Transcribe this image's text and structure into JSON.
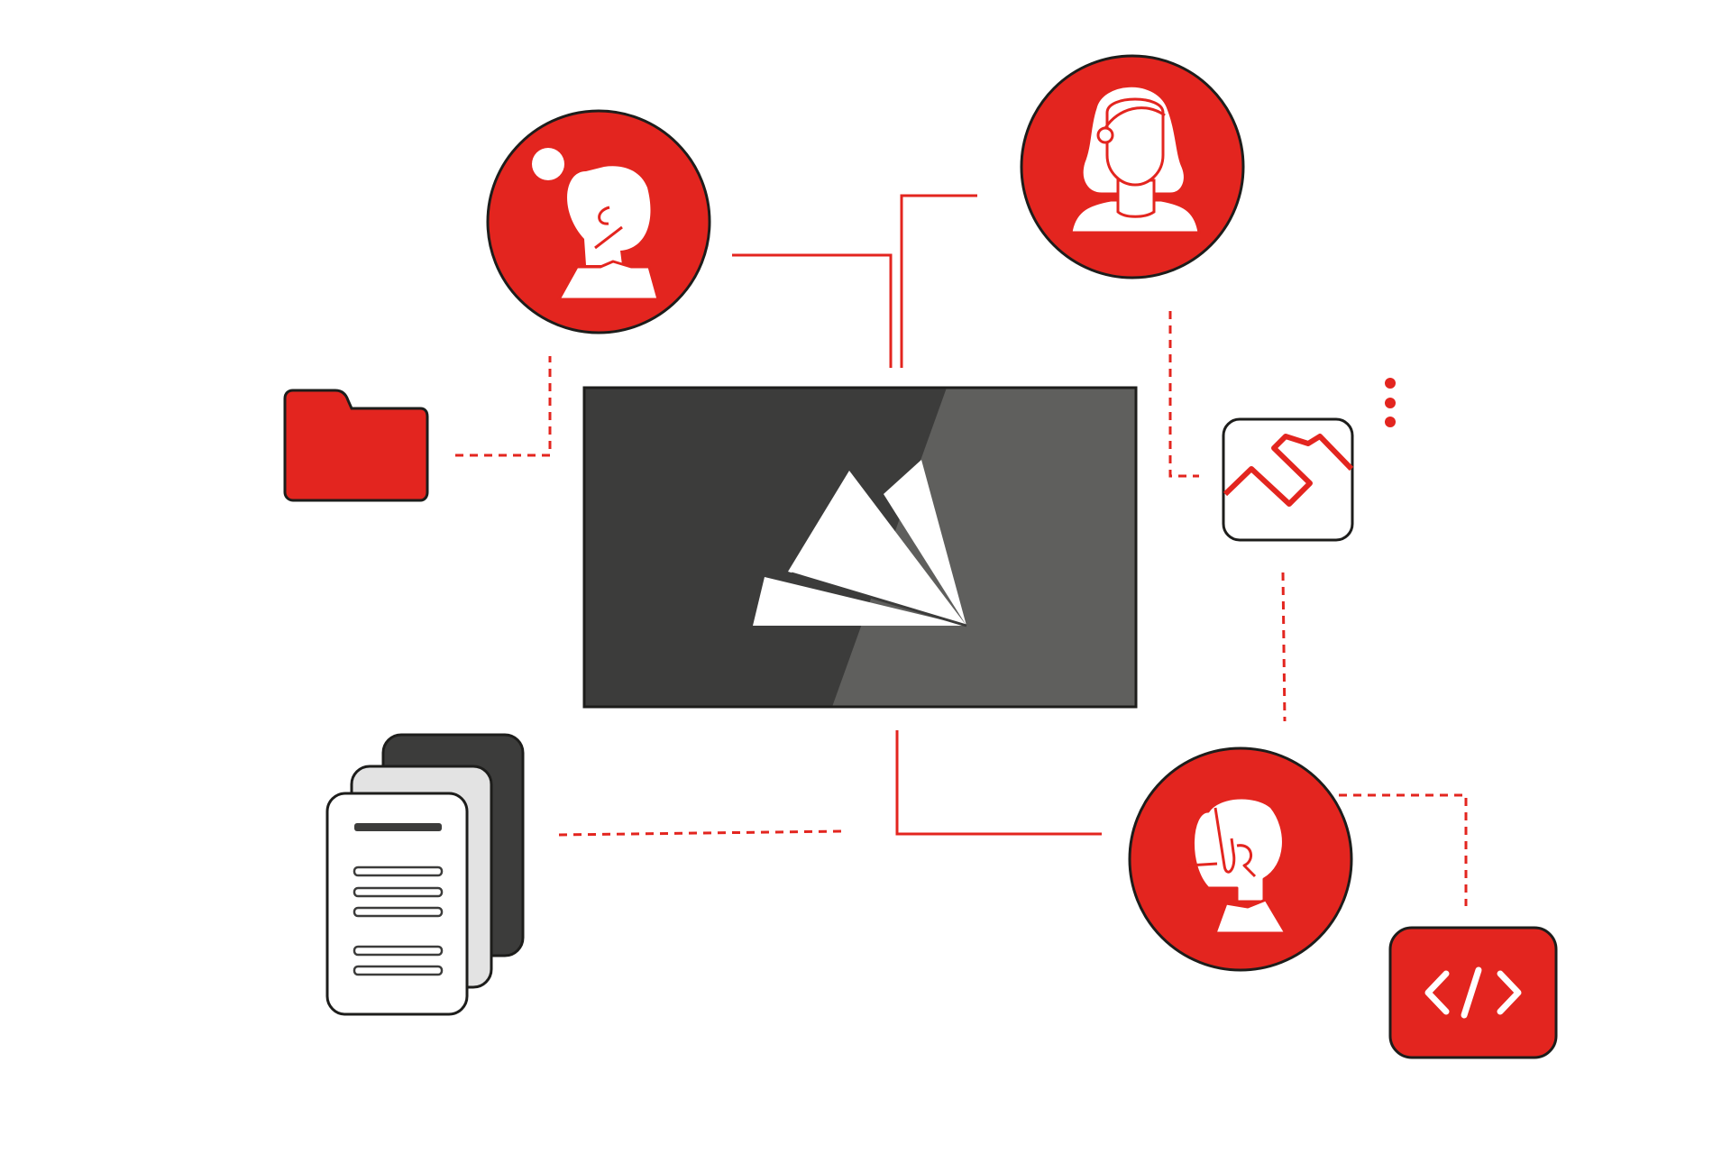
{
  "diagram": {
    "colors": {
      "accent": "#e3251f",
      "dark": "#3c3c3b",
      "mid": "#5f5f5d",
      "light_gray": "#e3e3e3",
      "outline": "#1d1d1b",
      "white": "#ffffff"
    },
    "center_node": {
      "icon": "paper-plane-logo-icon"
    },
    "nodes": [
      {
        "name": "avatar-person-top-left",
        "icon": "person-bust-icon"
      },
      {
        "name": "avatar-woman-top-right",
        "icon": "woman-avatar-icon"
      },
      {
        "name": "avatar-person-bottom-right",
        "icon": "person-bust-icon"
      },
      {
        "name": "folder-node",
        "icon": "folder-icon"
      },
      {
        "name": "image-node",
        "icon": "image-mountain-icon"
      },
      {
        "name": "documents-node",
        "icon": "document-stack-icon"
      },
      {
        "name": "code-node",
        "icon": "code-brackets-icon"
      },
      {
        "name": "more-node",
        "icon": "more-vertical-icon"
      }
    ],
    "connections": [
      {
        "from": "avatar-person-top-left",
        "to": "center",
        "style": "solid"
      },
      {
        "from": "avatar-woman-top-right",
        "to": "center",
        "style": "solid"
      },
      {
        "from": "avatar-person-bottom-right",
        "to": "center",
        "style": "solid"
      },
      {
        "from": "folder-node",
        "to": "avatar-person-top-left",
        "style": "dashed"
      },
      {
        "from": "avatar-woman-top-right",
        "to": "image-node",
        "style": "dashed"
      },
      {
        "from": "image-node",
        "to": "avatar-person-bottom-right",
        "style": "dashed"
      },
      {
        "from": "documents-node",
        "to": "center",
        "style": "dashed"
      },
      {
        "from": "avatar-person-bottom-right",
        "to": "code-node",
        "style": "dashed"
      }
    ]
  }
}
